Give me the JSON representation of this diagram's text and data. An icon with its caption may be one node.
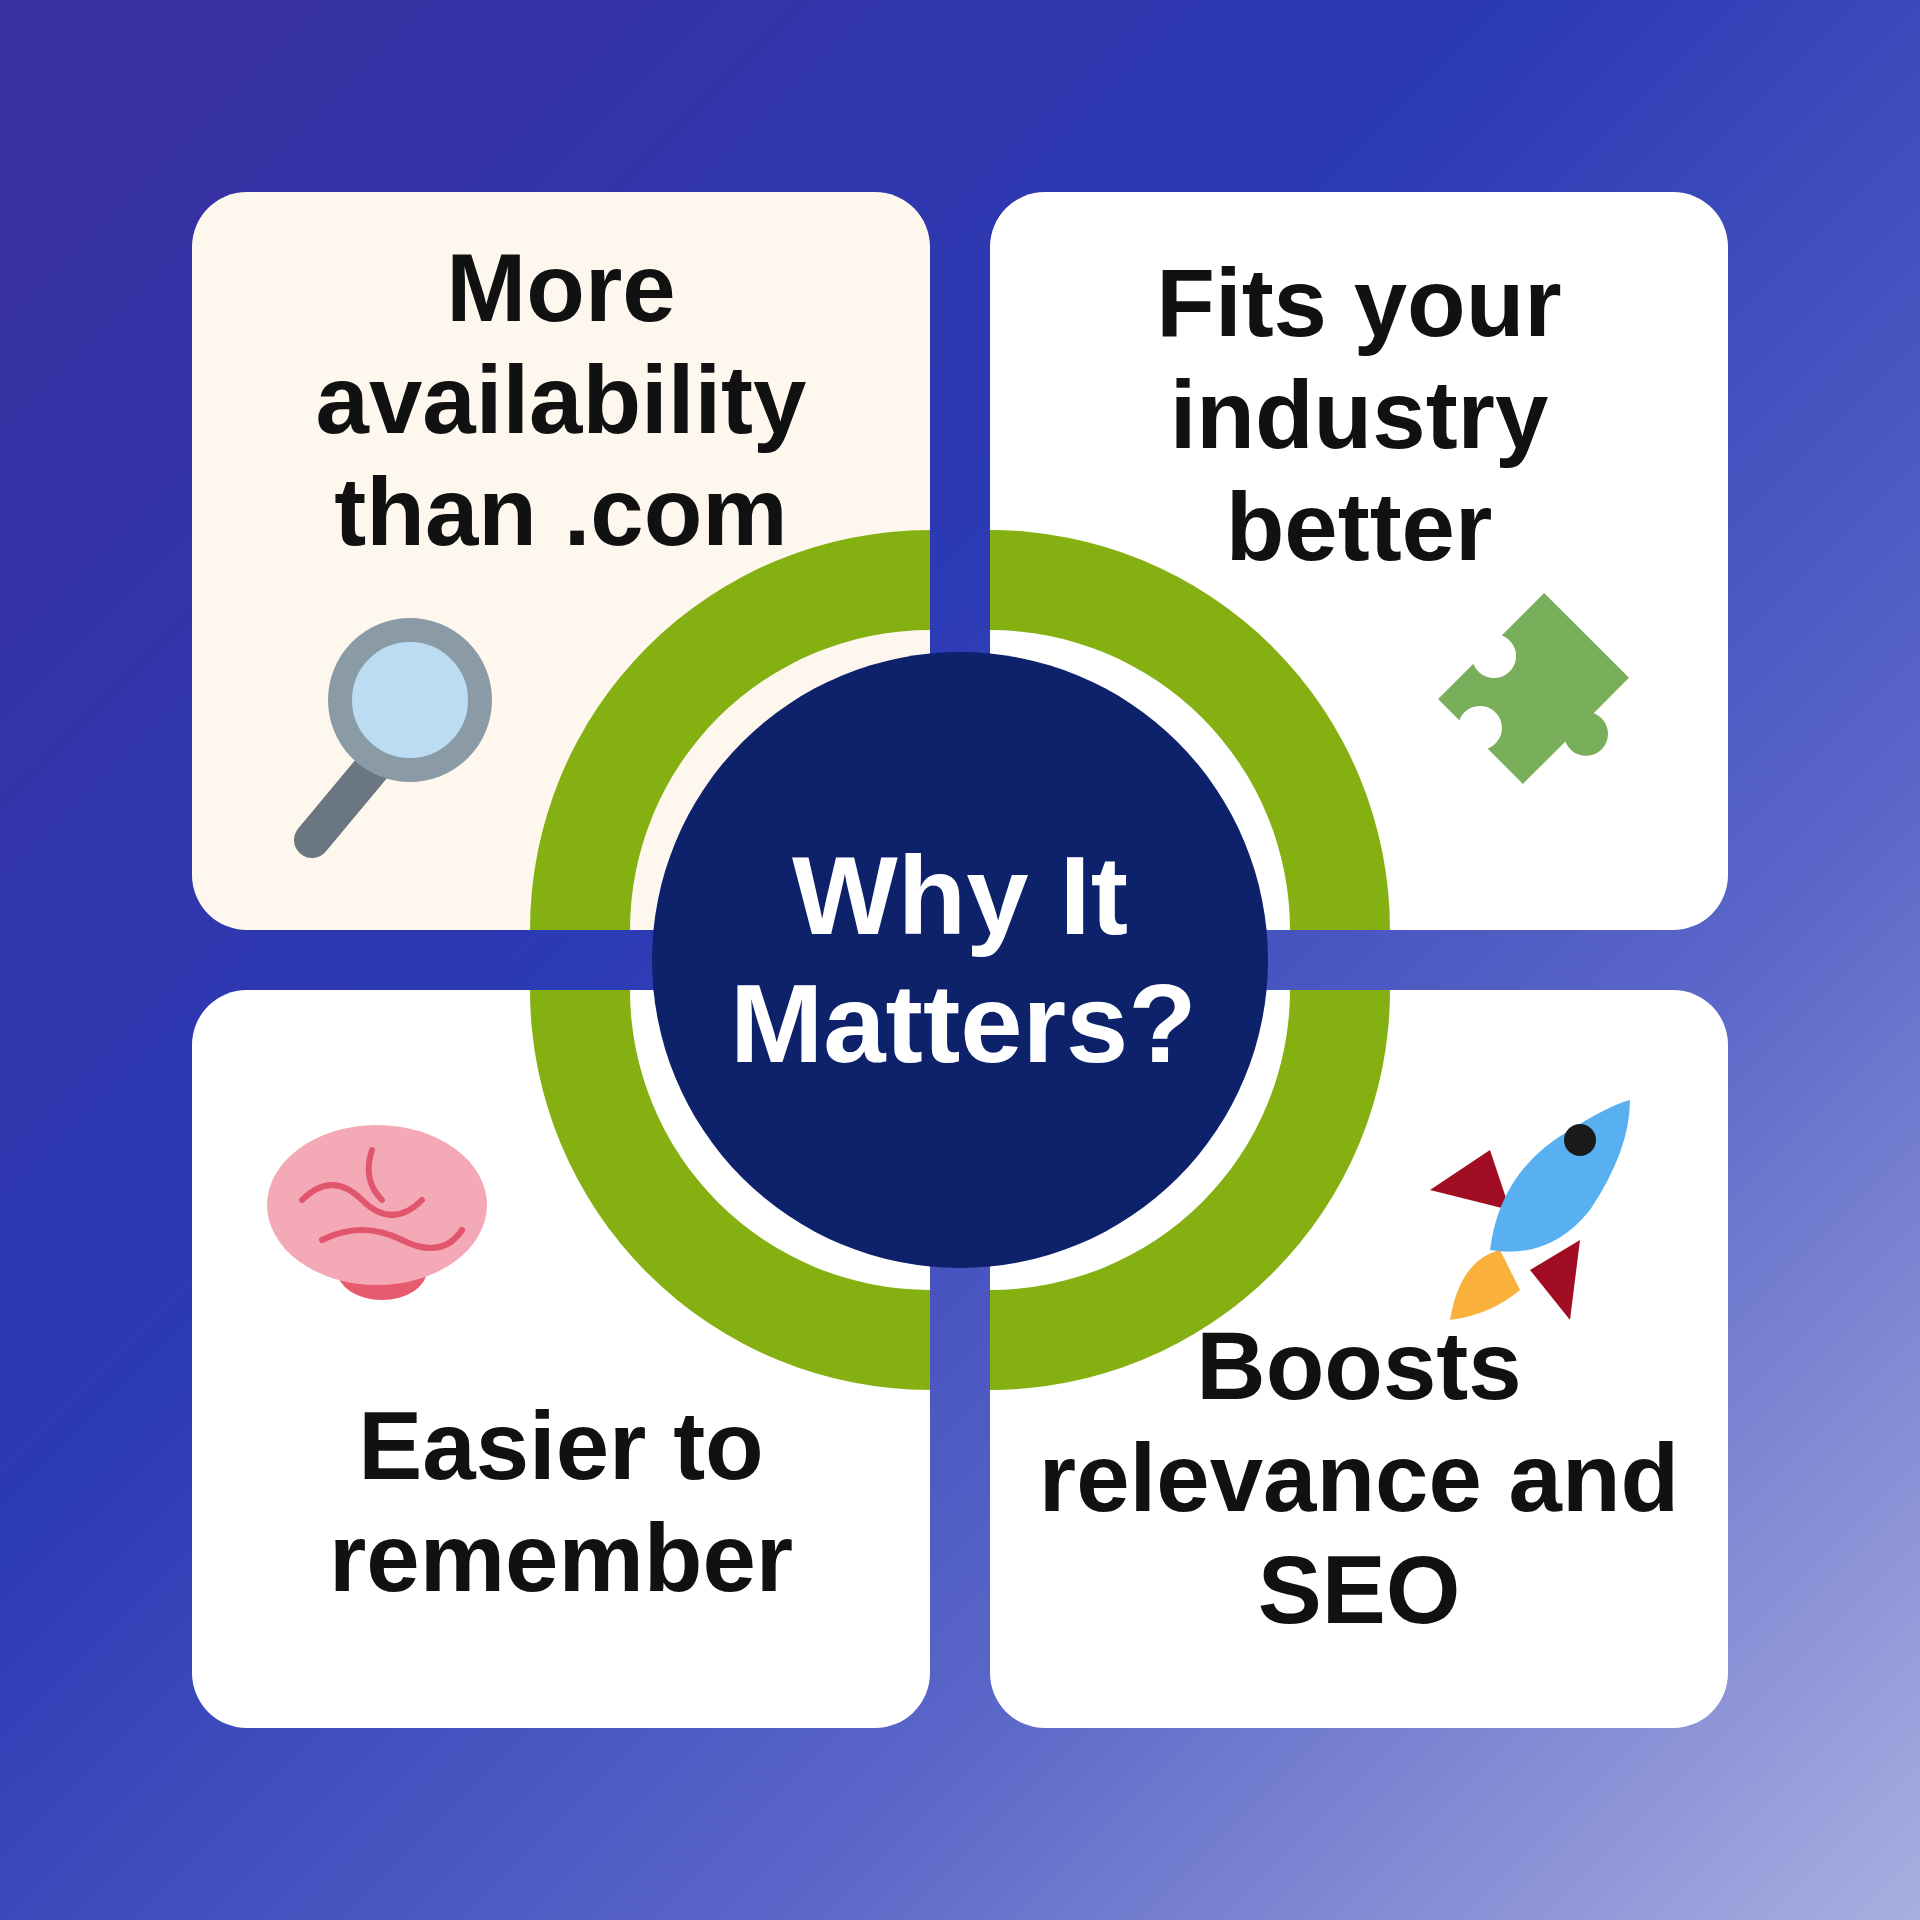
{
  "diagram": {
    "nodes": [
      {
        "text": [
          "Why It Matters?"
        ]
      },
      {
        "text": [
          "More availability than .com"
        ]
      },
      {
        "text": [
          "Fits your industry better"
        ]
      },
      {
        "text": [
          "Easier to remember"
        ]
      },
      {
        "text": [
          "Boosts relevance and SEO"
        ]
      }
    ]
  }
}
